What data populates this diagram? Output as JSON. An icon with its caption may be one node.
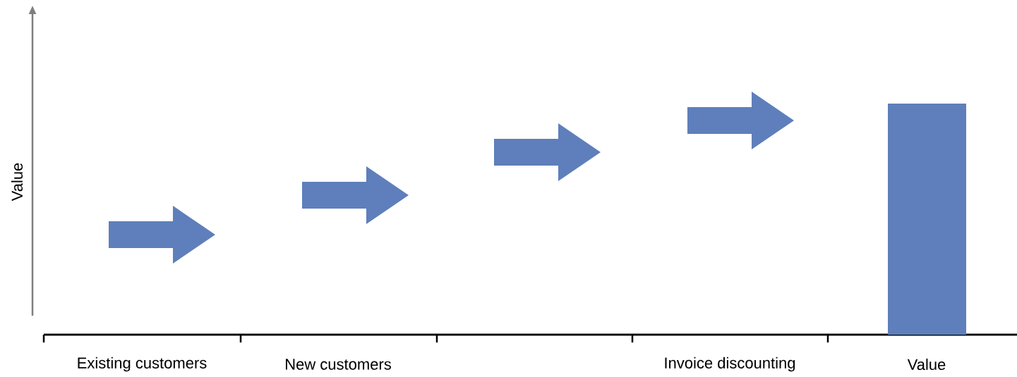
{
  "diagram": {
    "nodes": [
      {
        "text": [],
        "shape": "bar"
      }
    ],
    "labels": [
      "Value",
      "Existing customers",
      "New customers",
      "Invoice discounting",
      "Value"
    ]
  }
}
